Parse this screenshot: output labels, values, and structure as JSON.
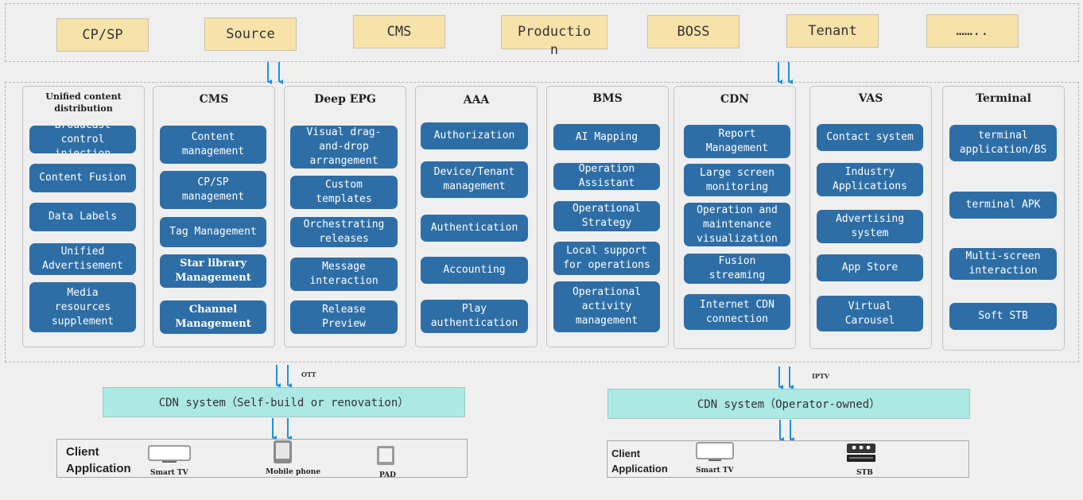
{
  "sources": [
    "CP/SP",
    "Source",
    "CMS",
    "Productio\nn",
    "BOSS",
    "Tenant",
    "…….."
  ],
  "columns": [
    {
      "title": "Unified content\ndistribution",
      "items": [
        "Broadcast\ncontrol\ninjection",
        "Content Fusion",
        "Data Labels",
        "Unified\nAdvertisement",
        "Media\nresources\nsupplement"
      ]
    },
    {
      "title": "CMS",
      "items": [
        "Content\nmanagement",
        "CP/SP\nmanagement",
        "Tag Management",
        "Star library\nManagement",
        "Channel\nManagement"
      ]
    },
    {
      "title": "Deep EPG",
      "items": [
        "Visual drag-\nand-drop\narrangement",
        "Custom\ntemplates",
        "Orchestrating\nreleases",
        "Message\ninteraction",
        "Release\nPreview"
      ]
    },
    {
      "title": "AAA",
      "items": [
        "Authorization",
        "Device/Tenant\nmanagement",
        "Authentication",
        "Accounting",
        "Play\nauthentication"
      ]
    },
    {
      "title": "BMS",
      "items": [
        "AI Mapping",
        "Operation\nAssistant",
        "Operational\nStrategy",
        "Local support\nfor operations",
        "Operational\nactivity\nmanagement"
      ]
    },
    {
      "title": "CDN",
      "items": [
        "Report\nManagement",
        "Large screen\nmonitoring",
        "Operation and\nmaintenance\nvisualization",
        "Fusion\nstreaming",
        "Internet CDN\nconnection"
      ]
    },
    {
      "title": "VAS",
      "items": [
        "Contact system",
        "Industry\nApplications",
        "Advertising\nsystem",
        "App Store",
        "Virtual\nCarousel"
      ]
    },
    {
      "title": "Terminal",
      "items": [
        "terminal\napplication/BS",
        "terminal APK",
        "Multi-screen\ninteraction",
        "Soft STB"
      ]
    }
  ],
  "links": {
    "left": "OTT",
    "right": "IPTV"
  },
  "cdn": {
    "left": "CDN system（Self-build or renovation）",
    "right": "CDN system（Operator-owned）"
  },
  "clients": {
    "label": "Client\nApplication",
    "left_devices": [
      "Smart TV",
      "Mobile phone",
      "PAD"
    ],
    "right_devices": [
      "Smart TV",
      "STB"
    ]
  },
  "colors": {
    "item_blue": "#2e6ea7",
    "source_yellow": "#f7e2aa",
    "cdn_teal": "#ade9e3",
    "arrow_blue": "#1e90e0"
  }
}
